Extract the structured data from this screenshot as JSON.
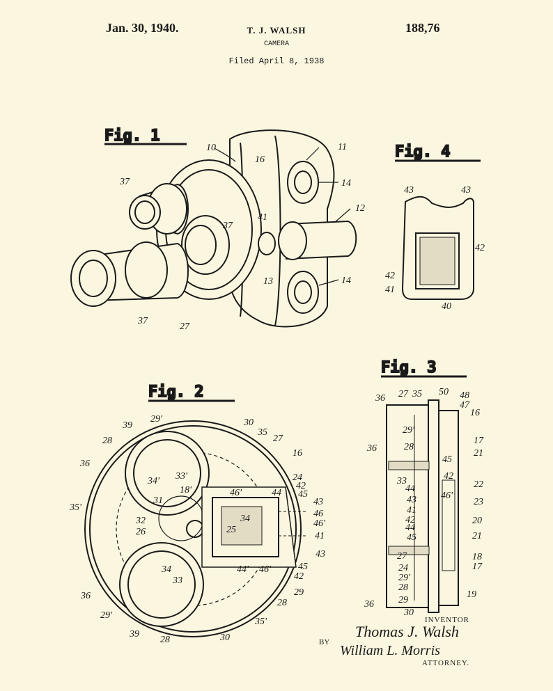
{
  "header": {
    "date": "Jan. 30, 1940.",
    "inventor": "T. J. WALSH",
    "patent_number": "188,76",
    "title": "CAMERA",
    "filed": "Filed April 8, 1938"
  },
  "figures": {
    "fig1": "Fig. 1",
    "fig2": "Fig. 2",
    "fig3": "Fig. 3",
    "fig4": "Fig. 4"
  },
  "refs": {
    "fig1": [
      "10",
      "11",
      "16",
      "37",
      "37",
      "41",
      "12",
      "14",
      "14",
      "13",
      "37",
      "27"
    ],
    "fig4": [
      "43",
      "43",
      "42",
      "42",
      "41",
      "40"
    ],
    "fig2": [
      "29'",
      "30",
      "39",
      "35",
      "27",
      "28",
      "16",
      "36",
      "34'",
      "33'",
      "18'",
      "24",
      "46'",
      "44",
      "42",
      "45",
      "43",
      "35'",
      "31",
      "32",
      "26",
      "34",
      "25",
      "46",
      "46'",
      "41",
      "43",
      "34",
      "33",
      "44'",
      "46'",
      "45",
      "42",
      "29",
      "36",
      "29'",
      "28",
      "35'",
      "39",
      "28",
      "30"
    ],
    "fig3": [
      "36",
      "27",
      "35",
      "50",
      "48",
      "47",
      "16",
      "29'",
      "28",
      "17",
      "21",
      "36",
      "45",
      "33",
      "42",
      "22",
      "44",
      "43",
      "46'",
      "23",
      "41",
      "42",
      "20",
      "44",
      "21",
      "45",
      "27",
      "18",
      "24",
      "17",
      "29'",
      "28",
      "19",
      "36",
      "29",
      "30"
    ]
  },
  "signatures": {
    "inventor_label": "INVENTOR",
    "inventor_signature": "Thomas J. Walsh",
    "by_label": "BY",
    "attorney_signature": "William L. Morris",
    "attorney_label": "ATTORNEY."
  }
}
